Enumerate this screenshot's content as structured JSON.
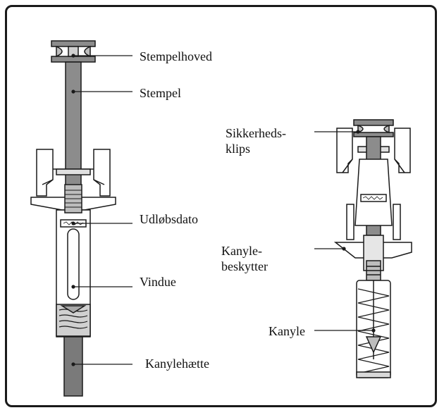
{
  "labels": {
    "stempelhoved": "Stempelhoved",
    "stempel": "Stempel",
    "udlobsdato": "Udløbsdato",
    "vindue": "Vindue",
    "kanylehaette": "Kanylehætte",
    "sikkerhedsklips_line1": "Sikkerheds-",
    "sikkerhedsklips_line2": "klips",
    "kanylebeskytter_line1": "Kanyle-",
    "kanylebeskytter_line2": "beskytter",
    "kanyle": "Kanyle"
  },
  "colors": {
    "outline": "#1a1a1a",
    "plunger_gray": "#8c8c8c",
    "cap_gray": "#7a7a7a",
    "light_gray": "#d9d9d9",
    "window_white": "#ffffff"
  }
}
